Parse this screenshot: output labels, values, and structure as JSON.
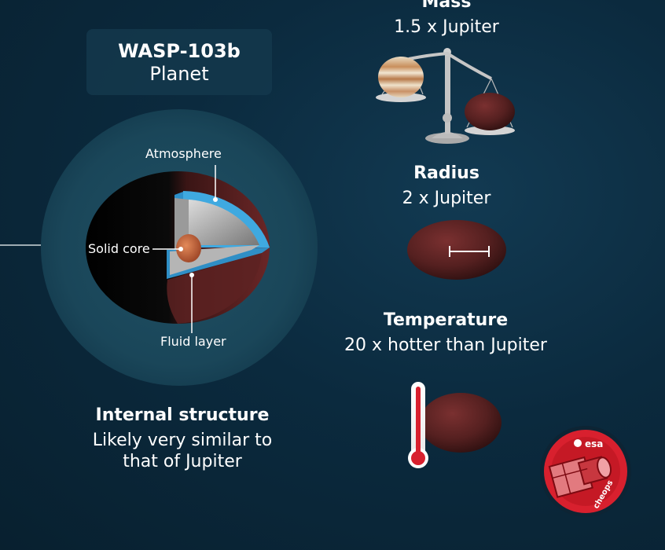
{
  "planet": {
    "name": "WASP-103b",
    "type": "Planet"
  },
  "structure_labels": {
    "atmosphere": "Atmosphere",
    "solid_core": "Solid core",
    "fluid_layer": "Fluid layer"
  },
  "internal_structure": {
    "heading": "Internal structure",
    "line1": "Likely very similar to",
    "line2": "that of Jupiter"
  },
  "mass": {
    "heading": "Mass",
    "value": "1.5 x Jupiter"
  },
  "radius": {
    "heading": "Radius",
    "value": "2 x Jupiter"
  },
  "temperature": {
    "heading": "Temperature",
    "value": "20 x hotter than Jupiter"
  },
  "badge": {
    "agency": "esa",
    "mission": "cheops"
  },
  "colors": {
    "background": "#0b2a3e",
    "glow": "#1c4a5e",
    "planet_red": "#5a1f1f",
    "fluid_blue": "#3fa9e0",
    "badge_red": "#d8202e"
  }
}
